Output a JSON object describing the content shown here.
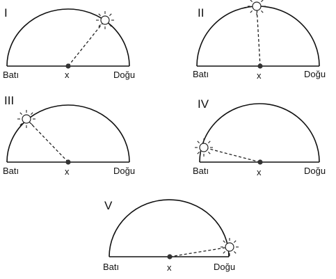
{
  "panels": [
    {
      "label": "I",
      "west": "Batı",
      "observer": "x",
      "east": "Doğu",
      "sun_direction": "upper-east"
    },
    {
      "label": "II",
      "west": "Batı",
      "observer": "x",
      "east": "Doğu",
      "sun_direction": "zenith"
    },
    {
      "label": "III",
      "west": "Batı",
      "observer": "x",
      "east": "Doğu",
      "sun_direction": "upper-west"
    },
    {
      "label": "IV",
      "west": "Batı",
      "observer": "x",
      "east": "Doğu",
      "sun_direction": "west-horizon"
    },
    {
      "label": "V",
      "west": "Batı",
      "observer": "x",
      "east": "Doğu",
      "sun_direction": "east-horizon"
    }
  ],
  "colors": {
    "line": "#111111",
    "sun": "#222222",
    "observer_dot": "#333333"
  },
  "icons": {
    "sun": "sun-icon",
    "observer": "observer-point-icon"
  }
}
